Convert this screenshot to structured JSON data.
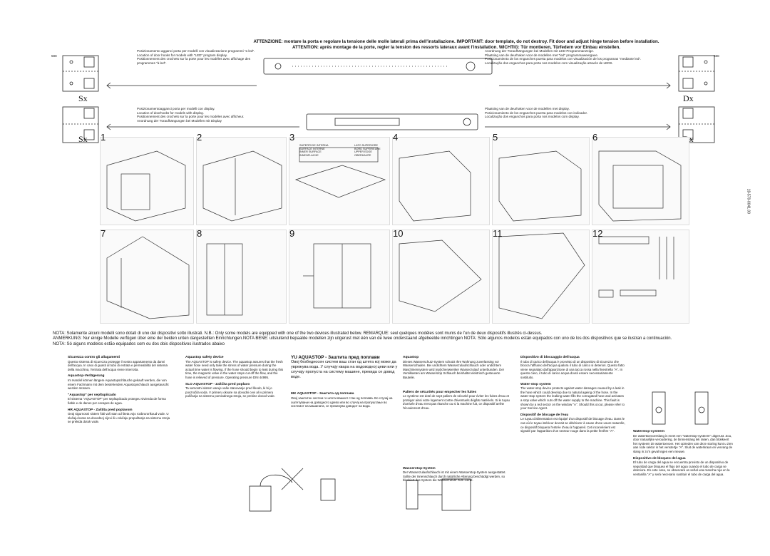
{
  "header": {
    "line1": "ATTENZIONE: montare la porta e regolare la tensione delle molle laterali prima dell'installazione. IMPORTANT: door template, do not destroy. Fit door and adjust hinge tension before installation.",
    "line2": "ATTENTION: après montage de la porte, regler la tension des ressorts lateraux avant l'installation. WICHTIG: Tür montieren, Türfedern vor Einbau einstellen."
  },
  "top_left_note": [
    "Posizionamento agganci porta per modelli con visualizzazione programmi \"a led\".",
    "Location of door hooks for models with \"LED\" program display.",
    "Positionnement des crochets sur la porte pour les modèles avec affichage des",
    "programmes \"à led\"."
  ],
  "top_right_note": [
    "Anordnung der Türaufhängungen bei Modellen mit LED-Programmanzeige.",
    "Plaatsing van de deurhaken voor de modellen met \"led\" programmaweergave.",
    "Posicionamiento de los enganches puerta para modelos con visualización de los programas \"mediante led\".",
    "Localização dos enganchos para porta nos modelos com visualização através de LEDS."
  ],
  "mid_left_note": [
    "Posizionamentoagganci porta per modelli con display.",
    "Location of doorhooks for models with display.",
    "Positionnement des crochets sur la porte pour les modèles avec afficheur.",
    "Anordnung der Türaufhängungen bei Modellen mit Display"
  ],
  "mid_right_note": [
    "Plaatsing van de deurhaken voor de modellen met display.",
    "Posicionamiento de los enganches puerta para modelos con indicador.",
    "Localização dos enganchos para porta nos modelos com display."
  ],
  "side_labels": {
    "sx": "Sx",
    "dx": "Dx",
    "mark": "588"
  },
  "steps": [
    "1",
    "2",
    "3",
    "4",
    "5",
    "6",
    "7",
    "8",
    "9",
    "10",
    "11",
    "12"
  ],
  "step3_labels": [
    "SUPERFICIE INTERNA",
    "SURFACE INTERNE",
    "INNER SURFACE",
    "INNENFLACHE",
    "LATO SUPERIORE",
    "BORD SUPERIEURE",
    "UPPER EDGE",
    "OBERKANTE"
  ],
  "side_code": "19-570-0041.00",
  "nota": [
    "NOTA: Solamente alcuni modelli sono dotati di uno dei dispositivi sotto illustrati. N.B.: Only some models are equipped with one of the two devices illustrated below. REMARQUE: seul quelques modèles sont munis de l'un de deux dispositifs illustrés ci-dessus.",
    "ANMERKUNG: Nur einige Modelle verfügen über eine der beiden unten dargestellten Einrichtungen.NOTA BENE: uitsluitend bepaalde modellen zijn uitgerust met één van de twee onderstaand afgebeelde inrichtingen NOTA: Sólo algunos modelos están equipados con uno de los dos dispositivos que se ilustran a continuación.",
    "NOTA: Só alguns modelos estão equipados com ou dos dois dispositivos ilustrados abaixo"
  ],
  "columns": {
    "c1": [
      {
        "h": "Sicurezza contro gli allagamenti",
        "t": "Questo sistema di sicurezza protegge il vostro appartamento da danni dell'acqua. In caso di guasti al tubo di entrata e permeabilità del sistema della macchina, l'entrata dell'acqua viene interrotta."
      },
      {
        "h": "Aquastop-Verlägerung",
        "t": "Im Handel können längere Aquastopschläuche gekauft werden, die von einem Fachmann mit dem bestehenden Aquastopschlauch ausgetauscht werden müssen."
      },
      {
        "h": "\"Aquastop\" per sepltupiicado",
        "t": "El sistema \"AQUASTOP\" per sepltupiicado protegeu vivienda de forma fiable e de danos por escapes de agua."
      },
      {
        "h": "HR AQUASTOP - Zaštita pred poplavom",
        "t": "Ovaj sigurnosni sistem štiti vaš stan od šteta vojo rozbrurorikoud vode. U slučaju kvara na dovodnoj cijevi ili u slučaju propuštanja na sistemu stroja se prekida dotok vode."
      }
    ],
    "c2": [
      {
        "h": "Aquastop safety device",
        "t": "The AQUASTOP is safety device. The aquastop assures that the fresh water hose need only take the stress of water pressure during the actual time water is flowing. If the hose should begin to leak during this time, the magnetic valve in the water stops cut-off the flow, and the hose is relieved of pressure. Operating pressure DIN 44995."
      },
      {
        "h": "SLO AQUASTOP - Zaščita pred poplavo",
        "t": "Ta varnostni sistem varuje vaše stanovanje pred škodo, ki bi jo povzročila voda. V primeru okvare na dovodni cevi ali v primeru puščanja na sistemu pomivalnega stroja, se prekine dovod vode."
      }
    ],
    "c3": [
      {
        "h": "YU AQUASTOP - Заштита пред поплави",
        "t": "Овој безбедносен систем ваш стан од штета кој може да уврежува вода. У случају квара на водоводној цеви или у случају пропуста на систему машине, прекида се довод воде."
      },
      {
        "h": "MK AQUASTOP - Заштита од поплава",
        "t": "Овој заштитен систем го штити вашиот стан од поплава. Во случај на оштетување на доводното црево или во случај на пропуштање во системот на машината, се прекинува доводот на вода."
      }
    ],
    "c4": [
      {
        "h": "Aquastop",
        "t": "Dieses Wasserschutz-System schutzt Ihre Wohnung zuverlassing vor Wasserschaden. Bei undichtem Wasserzulaufschlauch oder undichtem Maschinensystem wird (ep)ichenwieriker Wasserzulauf unterbunden. Der Ventilkasten am Wasserstop Schlauch beinhaltet elektrisch gesteuerte Bauteile."
      },
      {
        "h": "Paliers de sécurités pour empecher les fuites",
        "t": "Le système est doté de sept paliers de sécurité pour éviter les fuites d'eau et protéger ainsi votre logement contre d'éventuels dégâts matériels. Si le tuyau d'arrivée d'eau n'est pas étanche ou si la machine fuit, ce dispositif arrête l'écoulement d'eau."
      },
      {
        "h": "Wasserstop-System",
        "t": "Der Wasserzulaufschlauch ist mit einem Wasserstop-System ausgestattet. Sollte der Innenschlauch durch natürliche Alterung beschädigt werden, so blockiert das System die Wasserzufuhr zum Gerät."
      }
    ],
    "c5": [
      {
        "h": "Dispositivo di bloccaggio dell'acqua",
        "t": "Il tubo di carico dell'acqua è provvisto di un dispositivo di sicurezza che blocca l'afflusso dell'acqua qualora il tubo di carico si deteriori. Questo fatto viene segnalato dall'apparizione di una tacca rossa nella finestrella \"A\". In questo caso, il tubo di carico acqua dovrà essere necessariamente sostituito."
      },
      {
        "h": "Water-stop system",
        "t": "The water-stop device protects against water damages caused by a leak in the hose which could develop due to natural ageing of the hose. In the water-stop system the leaking water fills the corrugated hose and activates a stop valve which cuts off the water supply to the machine. This fault is shown by a red sector on the window \"A\". Should this occur, please refer to your Service Agent."
      },
      {
        "h": "Dispositif de blocage de l'eau",
        "t": "Le tuyau d'alimentation est équipé d'un dispositif de blocage d'eau. Dans le cas où le tuyau intérieur devrait se détériorer à cause d'une usure naturelle, ce dispositif bloquera l'entrée d'eau à l'appareil. Cet inconvénient est signalé par l'apparition d'un secteur rouge dans la petite fenêtre \"A\"."
      }
    ],
    "c6": [
      {
        "h": "Waterstop-systeem",
        "t": "De waterttoevoerslang is meet een \"waterstop-systeem\" uitgerust. Zou, door natuurlijke veroudering, de binnenslang lek raken, dan blokkeert het systeem de watertoevoer. Het optreden van deze storing kunt u zien aan rode sektor in het venstertje \"A\". Sluit de waterkraan en vervang de slang in zo'n geval tegen een nieuwe."
      },
      {
        "h": "Dispositivo de bloqueo del agua",
        "t": "El tubo de carga del agua se encuentra provisto de un dispositivo de seguridad que bloquea el flujo del agua cuando el tubo de carga se deteriora. En este caso, se observará un señal una mancha roja en la ventanilla \"A\" y será necesario sustituir el tubo de carga del agua."
      }
    ]
  }
}
